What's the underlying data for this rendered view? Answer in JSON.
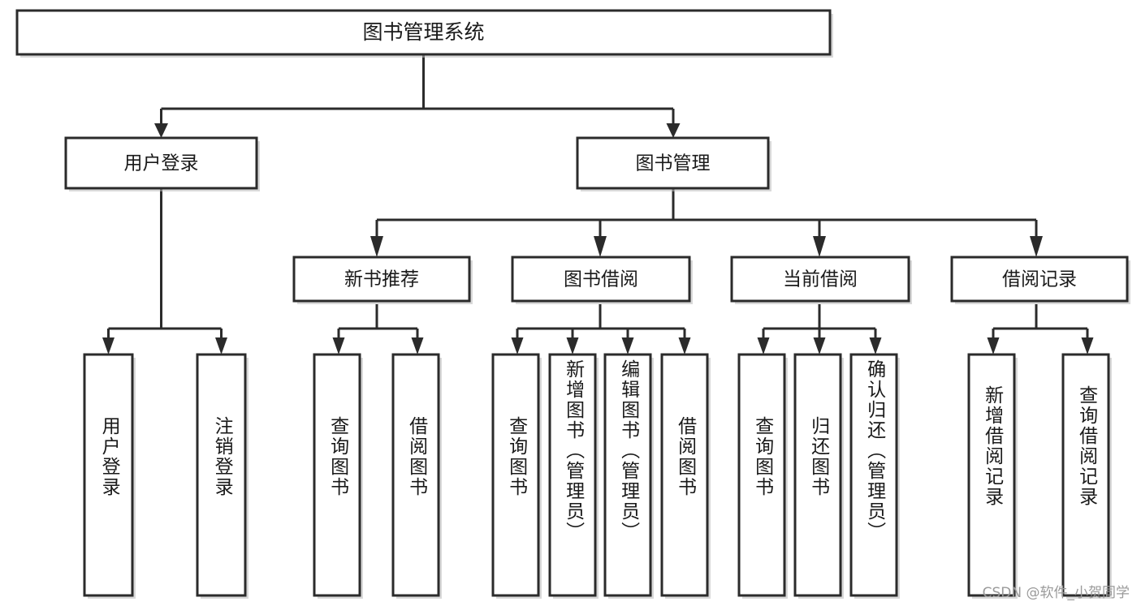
{
  "diagram": {
    "type": "tree",
    "title": "图书管理系统",
    "root": {
      "id": "root",
      "label": "图书管理系统",
      "orientation": "horizontal"
    },
    "level2": [
      {
        "id": "user-login",
        "label": "用户登录",
        "orientation": "horizontal"
      },
      {
        "id": "book-manage",
        "label": "图书管理",
        "orientation": "horizontal"
      }
    ],
    "level3": [
      {
        "id": "new-book-recommend",
        "label": "新书推荐",
        "orientation": "horizontal",
        "parent": "book-manage"
      },
      {
        "id": "book-borrow",
        "label": "图书借阅",
        "orientation": "horizontal",
        "parent": "book-manage"
      },
      {
        "id": "current-borrow",
        "label": "当前借阅",
        "orientation": "horizontal",
        "parent": "book-manage"
      },
      {
        "id": "borrow-record",
        "label": "借阅记录",
        "orientation": "horizontal",
        "parent": "book-manage"
      }
    ],
    "leaves": [
      {
        "id": "leaf-user-login",
        "label": "用户登录",
        "orientation": "vertical",
        "parent": "user-login"
      },
      {
        "id": "leaf-user-logout",
        "label": "注销登录",
        "orientation": "vertical",
        "parent": "user-login"
      },
      {
        "id": "leaf-query-book-1",
        "label": "查询图书",
        "orientation": "vertical",
        "parent": "new-book-recommend"
      },
      {
        "id": "leaf-borrow-book-1",
        "label": "借阅图书",
        "orientation": "vertical",
        "parent": "new-book-recommend"
      },
      {
        "id": "leaf-query-book-2",
        "label": "查询图书",
        "orientation": "vertical",
        "parent": "book-borrow"
      },
      {
        "id": "leaf-add-book",
        "label": "新增图书（管理员）",
        "orientation": "vertical",
        "parent": "book-borrow"
      },
      {
        "id": "leaf-edit-book",
        "label": "编辑图书（管理员）",
        "orientation": "vertical",
        "parent": "book-borrow"
      },
      {
        "id": "leaf-borrow-book-2",
        "label": "借阅图书",
        "orientation": "vertical",
        "parent": "book-borrow"
      },
      {
        "id": "leaf-query-book-3",
        "label": "查询图书",
        "orientation": "vertical",
        "parent": "current-borrow"
      },
      {
        "id": "leaf-return-book",
        "label": "归还图书",
        "orientation": "vertical",
        "parent": "current-borrow"
      },
      {
        "id": "leaf-confirm-return",
        "label": "确认归还（管理员）",
        "orientation": "vertical",
        "parent": "current-borrow"
      },
      {
        "id": "leaf-add-record",
        "label": "新增借阅记录",
        "orientation": "vertical",
        "parent": "borrow-record"
      },
      {
        "id": "leaf-query-record",
        "label": "查询借阅记录",
        "orientation": "vertical",
        "parent": "borrow-record"
      }
    ],
    "colors": {
      "box_stroke": "#2b2b2b",
      "box_fill": "#ffffff",
      "text": "#1a1a1a",
      "background": "#ffffff",
      "watermark": "#9a9a9a"
    }
  },
  "watermark": {
    "text": "CSDN @软件_小贺同学"
  }
}
